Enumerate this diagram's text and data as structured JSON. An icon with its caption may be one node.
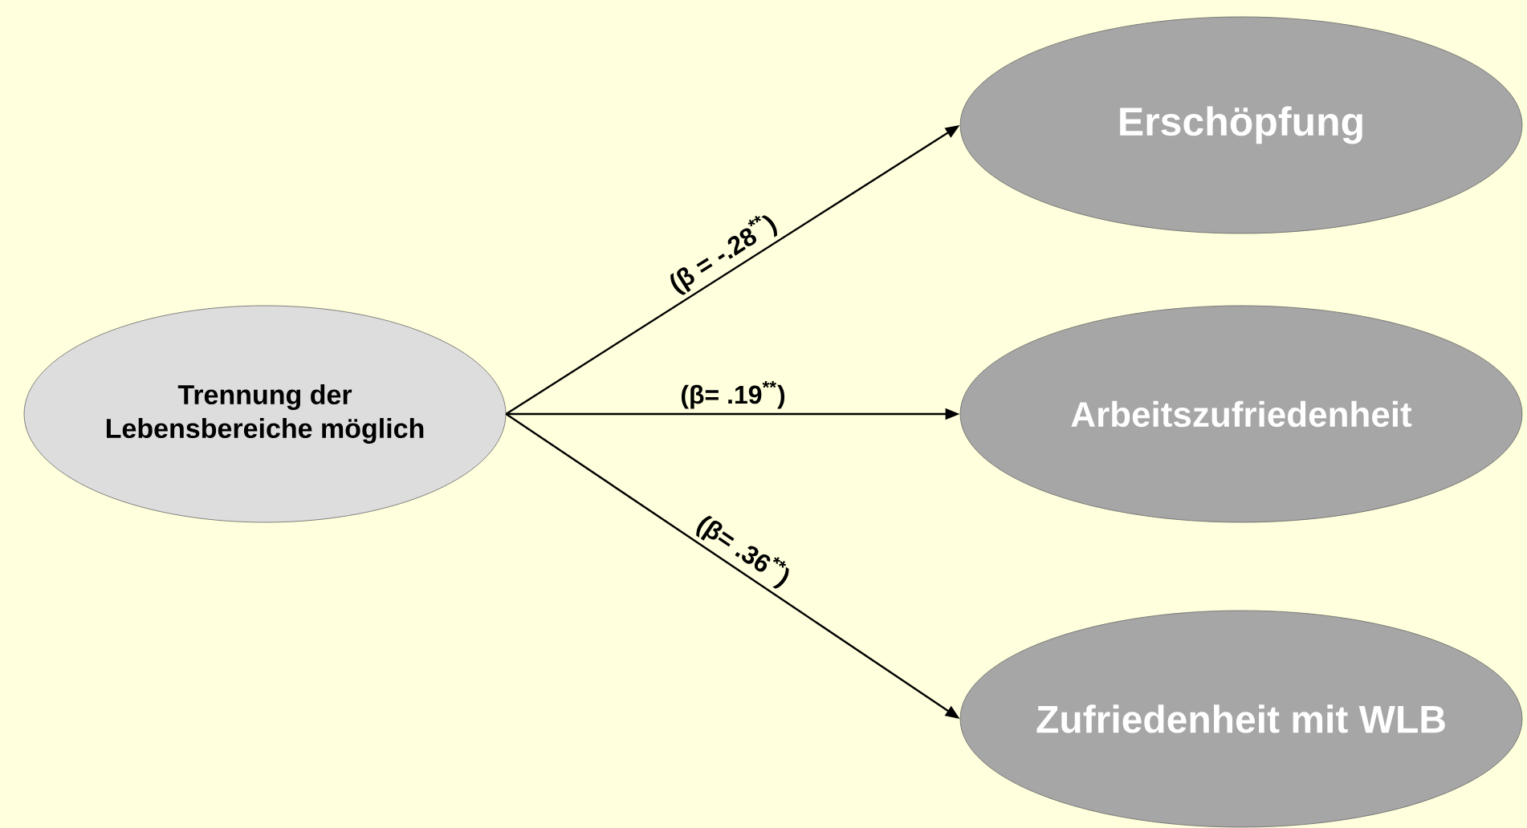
{
  "diagram": {
    "nodes": [
      {
        "text": [
          "Trennung der Lebensbereiche möglich"
        ]
      },
      {
        "text": [
          "Erschöpfung"
        ]
      },
      {
        "text": [
          "Arbeitszufriedenheit"
        ]
      },
      {
        "text": [
          "Zufriedenheit mit WLB"
        ]
      }
    ],
    "edges": [
      {
        "from": 0,
        "to": 1,
        "arrow": "to",
        "label": "(β = -.28$^{**}$)"
      },
      {
        "from": 0,
        "to": 2,
        "arrow": "to",
        "label": "(β= .19$^{**}$)"
      },
      {
        "from": 0,
        "to": 3,
        "arrow": "to",
        "label": "(β= .36$^{**}$)"
      }
    ]
  }
}
